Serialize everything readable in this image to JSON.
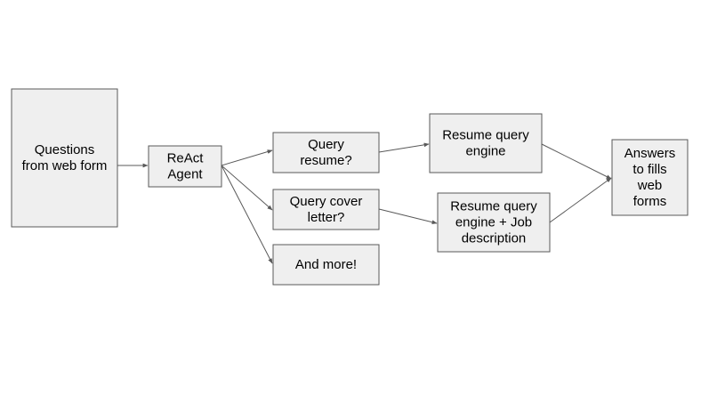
{
  "diagram": {
    "nodes": [
      {
        "id": "questions",
        "lines": [
          "Questions",
          "from web form"
        ]
      },
      {
        "id": "react-agent",
        "lines": [
          "ReAct",
          "Agent"
        ]
      },
      {
        "id": "query-resume",
        "lines": [
          "Query",
          "resume?"
        ]
      },
      {
        "id": "query-cover-letter",
        "lines": [
          "Query cover",
          "letter?"
        ]
      },
      {
        "id": "and-more",
        "lines": [
          "And more!"
        ]
      },
      {
        "id": "resume-query-engine",
        "lines": [
          "Resume query",
          "engine"
        ]
      },
      {
        "id": "resume-query-engine-job",
        "lines": [
          "Resume query",
          "engine + Job",
          "description"
        ]
      },
      {
        "id": "answers",
        "lines": [
          "Answers",
          "to fills",
          "web",
          "forms"
        ]
      }
    ],
    "edges": [
      {
        "from": "questions",
        "to": "react-agent"
      },
      {
        "from": "react-agent",
        "to": "query-resume"
      },
      {
        "from": "react-agent",
        "to": "query-cover-letter"
      },
      {
        "from": "react-agent",
        "to": "and-more"
      },
      {
        "from": "query-resume",
        "to": "resume-query-engine"
      },
      {
        "from": "query-cover-letter",
        "to": "resume-query-engine-job"
      },
      {
        "from": "resume-query-engine",
        "to": "answers"
      },
      {
        "from": "resume-query-engine-job",
        "to": "answers"
      }
    ]
  }
}
